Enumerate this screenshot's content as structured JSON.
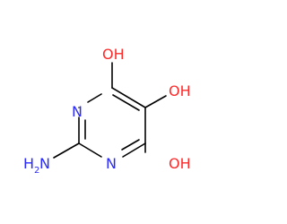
{
  "molecule": {
    "atoms": {
      "n_top": {
        "symbol": "N",
        "color": "#2a2aff"
      },
      "n_bottom": {
        "symbol": "N",
        "color": "#2a2aff"
      },
      "oh_top": {
        "symbol": "OH",
        "color": "#ff2a2a"
      },
      "oh_right": {
        "symbol": "OH",
        "color": "#ff2a2a"
      },
      "oh_bottom": {
        "symbol": "OH",
        "color": "#ff2a2a"
      },
      "amino": {
        "symbol": "H",
        "subscript": "2",
        "suffix": "N",
        "color": "#2a2aff"
      }
    },
    "bond_color": "#000000"
  }
}
